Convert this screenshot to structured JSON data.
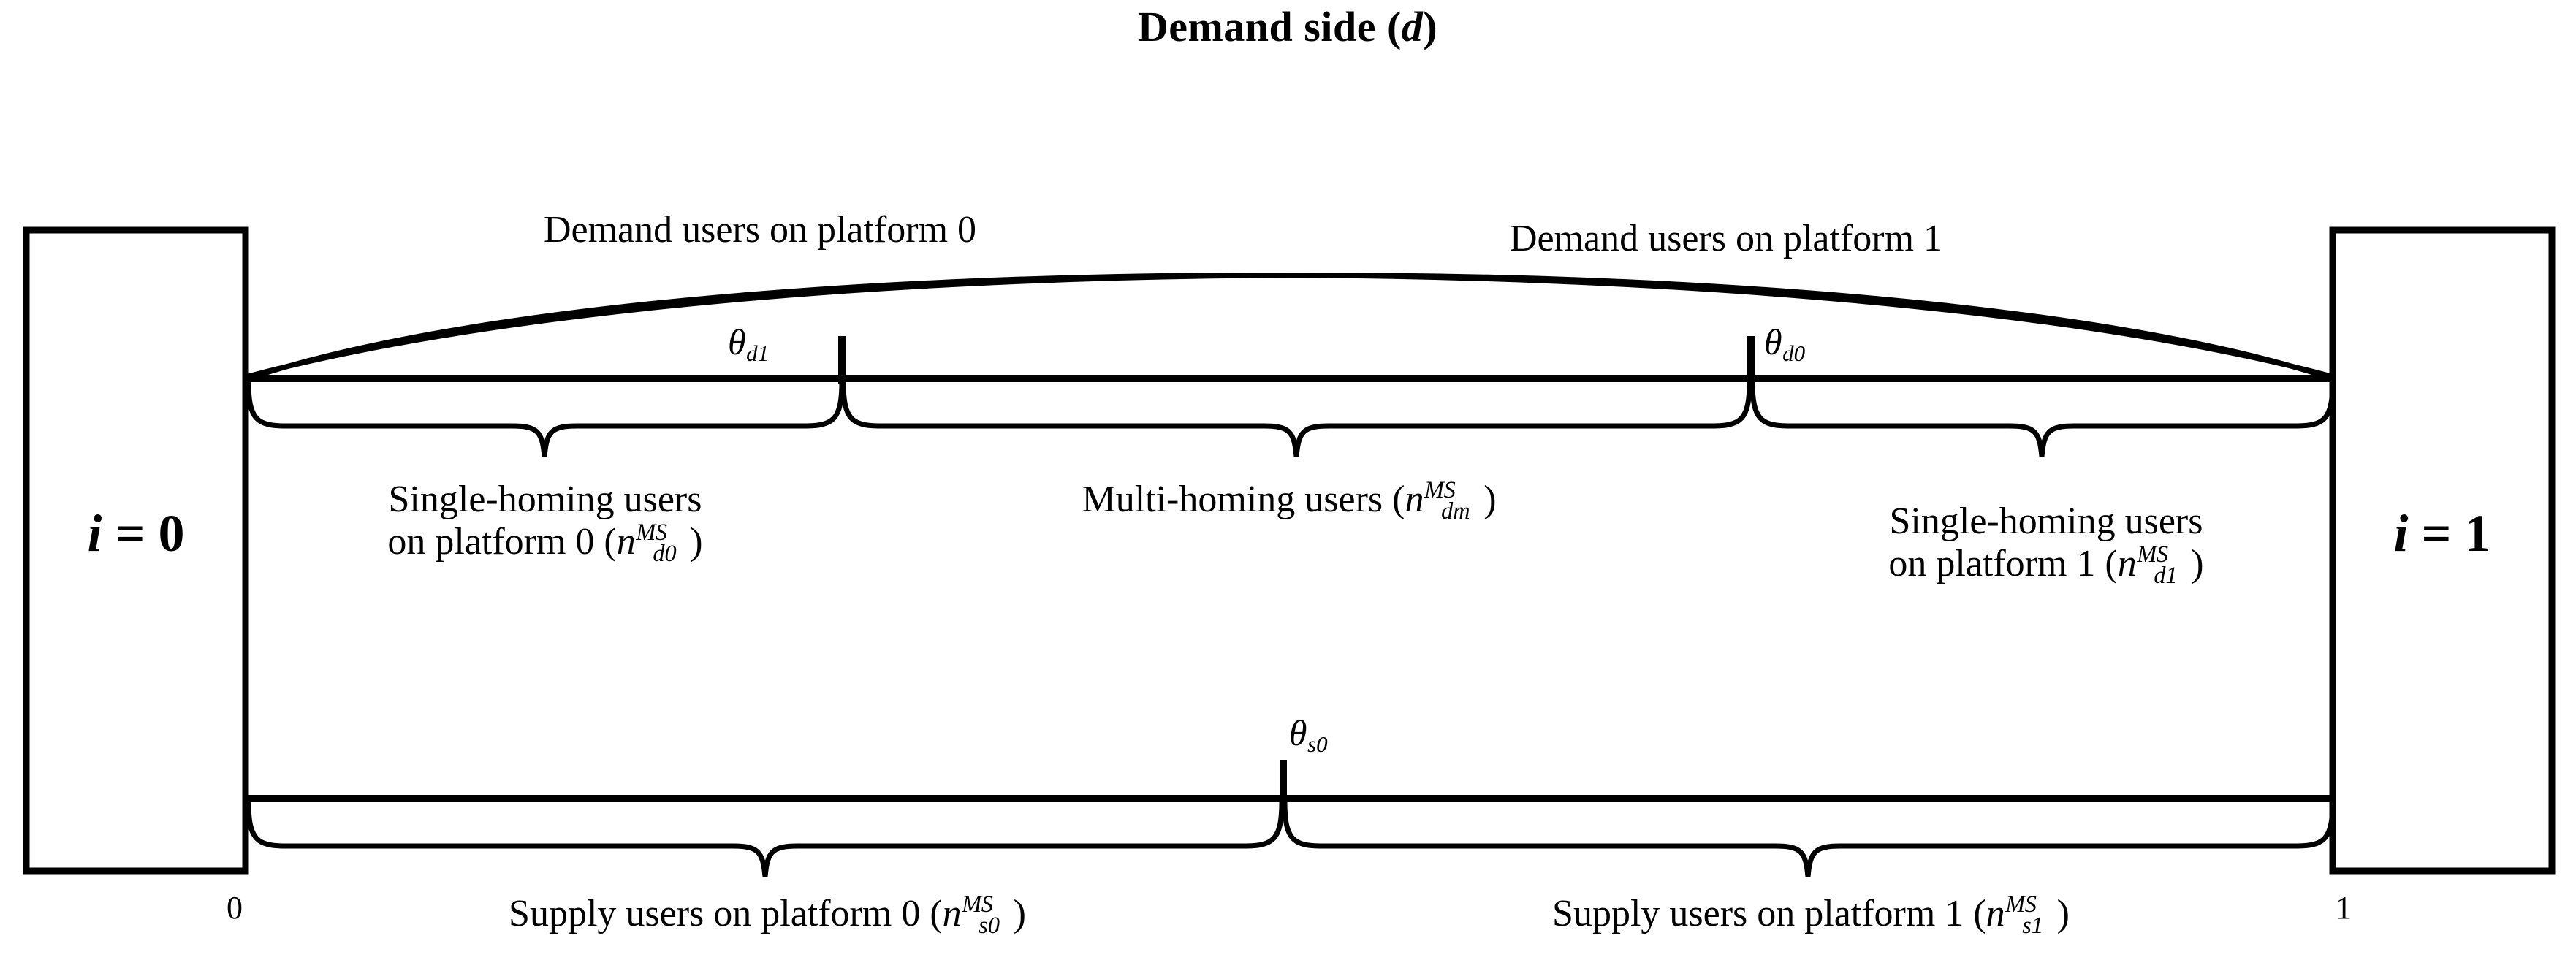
{
  "title": {
    "text_main": "Demand side (",
    "text_italic": "d",
    "text_close": ")"
  },
  "boxes": {
    "left": {
      "var": "i",
      "eq": " = ",
      "value": "0"
    },
    "right": {
      "var": "i",
      "eq": " = ",
      "value": "1"
    }
  },
  "axis_endpoints": {
    "left": "0",
    "right": "1"
  },
  "demand": {
    "curve_label_left": "Demand users on platform 0",
    "curve_label_right": "Demand users on platform 1",
    "thresholds": [
      {
        "symbol": "θ",
        "subscript": "d1"
      },
      {
        "symbol": "θ",
        "subscript": "d0"
      }
    ],
    "braces": [
      {
        "line1": "Single-homing users",
        "line2_pre": "on platform 0 (",
        "var": "n",
        "sup": "MS",
        "sub": "d0",
        "line2_post": ")"
      },
      {
        "line1": "",
        "line2_pre": "Multi-homing users (",
        "var": "n",
        "sup": "MS",
        "sub": "dm",
        "line2_post": ")"
      },
      {
        "line1": "Single-homing users",
        "line2_pre": "on platform 1  (",
        "var": "n",
        "sup": "MS",
        "sub": "d1",
        "line2_post": ")"
      }
    ]
  },
  "supply": {
    "threshold": {
      "symbol": "θ",
      "subscript": "s0"
    },
    "braces": [
      {
        "pre": "Supply users on platform 0 (",
        "var": "n",
        "sup": "MS",
        "sub": "s0",
        "post": ")"
      },
      {
        "pre": "Supply users on platform 1 (",
        "var": "n",
        "sup": "MS",
        "sub": "s1",
        "post": ")"
      }
    ]
  },
  "colors": {
    "ink": "#000000",
    "background": "#ffffff"
  }
}
